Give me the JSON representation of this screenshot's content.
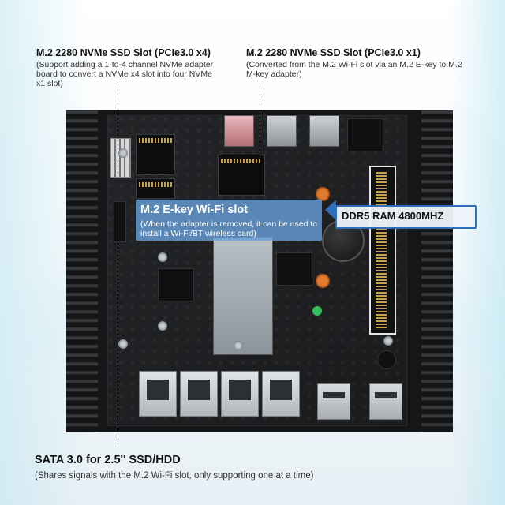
{
  "callouts": {
    "slot_x4": {
      "title": "M.2 2280 NVMe SSD Slot (PCIe3.0 x4)",
      "desc": "(Support adding a 1-to-4 channel NVMe adapter board to convert a NVMe x4 slot into four NVMe x1 slot)"
    },
    "slot_x1": {
      "title": "M.2 2280 NVMe SSD Slot (PCIe3.0 x1)",
      "desc": "(Converted from the M.2 Wi-Fi slot via an M.2 E-key to M.2 M-key adapter)"
    },
    "wifi": {
      "title": "M.2 E-key Wi-Fi slot",
      "desc": "(When the adapter is removed, it can be used to install a Wi-Fi/BT wireless card)"
    },
    "ram": {
      "title": "DDR5 RAM 4800MHZ"
    },
    "sata": {
      "title": "SATA 3.0 for 2.5'' SSD/HDD",
      "desc": "(Shares signals with the M.2 Wi-Fi slot, only supporting one at a time)"
    }
  },
  "colors": {
    "accent_blue": "#2f6fb9",
    "callout_fill": "#689ed7",
    "chassis": "#151617"
  }
}
